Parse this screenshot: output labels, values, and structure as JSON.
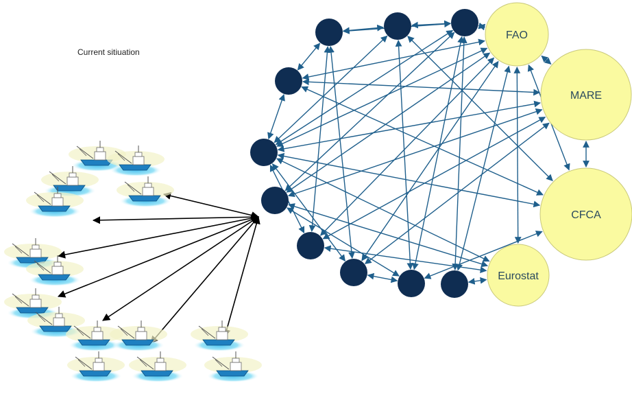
{
  "title": "Current sitiuation",
  "colors": {
    "member_node": "#0f2d52",
    "org_node_fill": "#fafaa0",
    "org_node_stroke": "#c9c97a",
    "network_link": "#1f5f8c",
    "vessel_link": "#000000",
    "vessel_hull": "#1e7fc0",
    "vessel_water": "#6fd0f0",
    "vessel_halo": "#f2f2c8"
  },
  "organizations": [
    {
      "id": "fao",
      "label": "FAO"
    },
    {
      "id": "mare",
      "label": "MARE"
    },
    {
      "id": "cfca",
      "label": "CFCA"
    },
    {
      "id": "eurostat",
      "label": "Eurostat"
    }
  ],
  "member_states": [
    {
      "id": "m1"
    },
    {
      "id": "m2"
    },
    {
      "id": "m3"
    },
    {
      "id": "m4"
    },
    {
      "id": "m5"
    },
    {
      "id": "m6"
    },
    {
      "id": "m7"
    },
    {
      "id": "m8"
    },
    {
      "id": "m9"
    },
    {
      "id": "m10"
    },
    {
      "id": "m11"
    },
    {
      "id": "m12"
    }
  ],
  "vessel_groups": [
    {
      "id": "g1"
    },
    {
      "id": "g2"
    },
    {
      "id": "g3"
    },
    {
      "id": "g4"
    },
    {
      "id": "g5"
    },
    {
      "id": "g6"
    },
    {
      "id": "g7"
    }
  ]
}
